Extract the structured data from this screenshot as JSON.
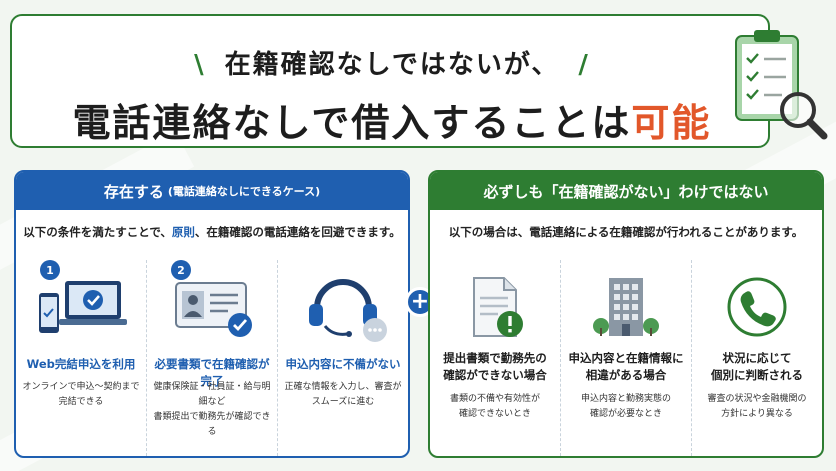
{
  "header": {
    "line1": "在籍確認なしではないが、",
    "line2_main": "電話連絡なしで借入することは",
    "line2_accent": "可能"
  },
  "left_panel": {
    "head_main": "存在する",
    "head_sub": "(電話連絡なしにできるケース)",
    "desc_pre": "以下の条件を満たすことで、",
    "desc_highlight": "原則",
    "desc_post": "、在籍確認の電話連絡を回避できます。",
    "items": [
      {
        "number": "1",
        "title": "Web完結申込を利用",
        "desc": [
          "オンラインで申込〜契約まで",
          "完結できる"
        ]
      },
      {
        "number": "2",
        "title": "必要書類で在籍確認が完了",
        "desc": [
          "健康保険証・社員証・給与明細など",
          "書類提出で勤務先が確認できる"
        ]
      },
      {
        "number": "",
        "title": "申込内容に不備がない",
        "desc": [
          "正確な情報を入力し、審査が",
          "スムーズに進む"
        ]
      }
    ]
  },
  "plus_symbol": "+",
  "right_panel": {
    "head_main": "必ずしも「在籍確認がない」わけではない",
    "desc": "以下の場合は、電話連絡による在籍確認が行われることがあります。",
    "items": [
      {
        "title": [
          "提出書類で勤務先の",
          "確認ができない場合"
        ],
        "desc": [
          "書類の不備や有効性が",
          "確認できないとき"
        ]
      },
      {
        "title": [
          "申込内容と在籍情報に",
          "相違がある場合"
        ],
        "desc": [
          "申込内容と勤務実態の",
          "確認が必要なとき"
        ]
      },
      {
        "title": [
          "状況に応じて",
          "個別に判断される"
        ],
        "desc": [
          "審査の状況や金融機関の",
          "方針により異なる"
        ]
      }
    ]
  },
  "colors": {
    "blue": "#1f5fb0",
    "green": "#2e7d32",
    "accent_orange": "#e2572a"
  }
}
